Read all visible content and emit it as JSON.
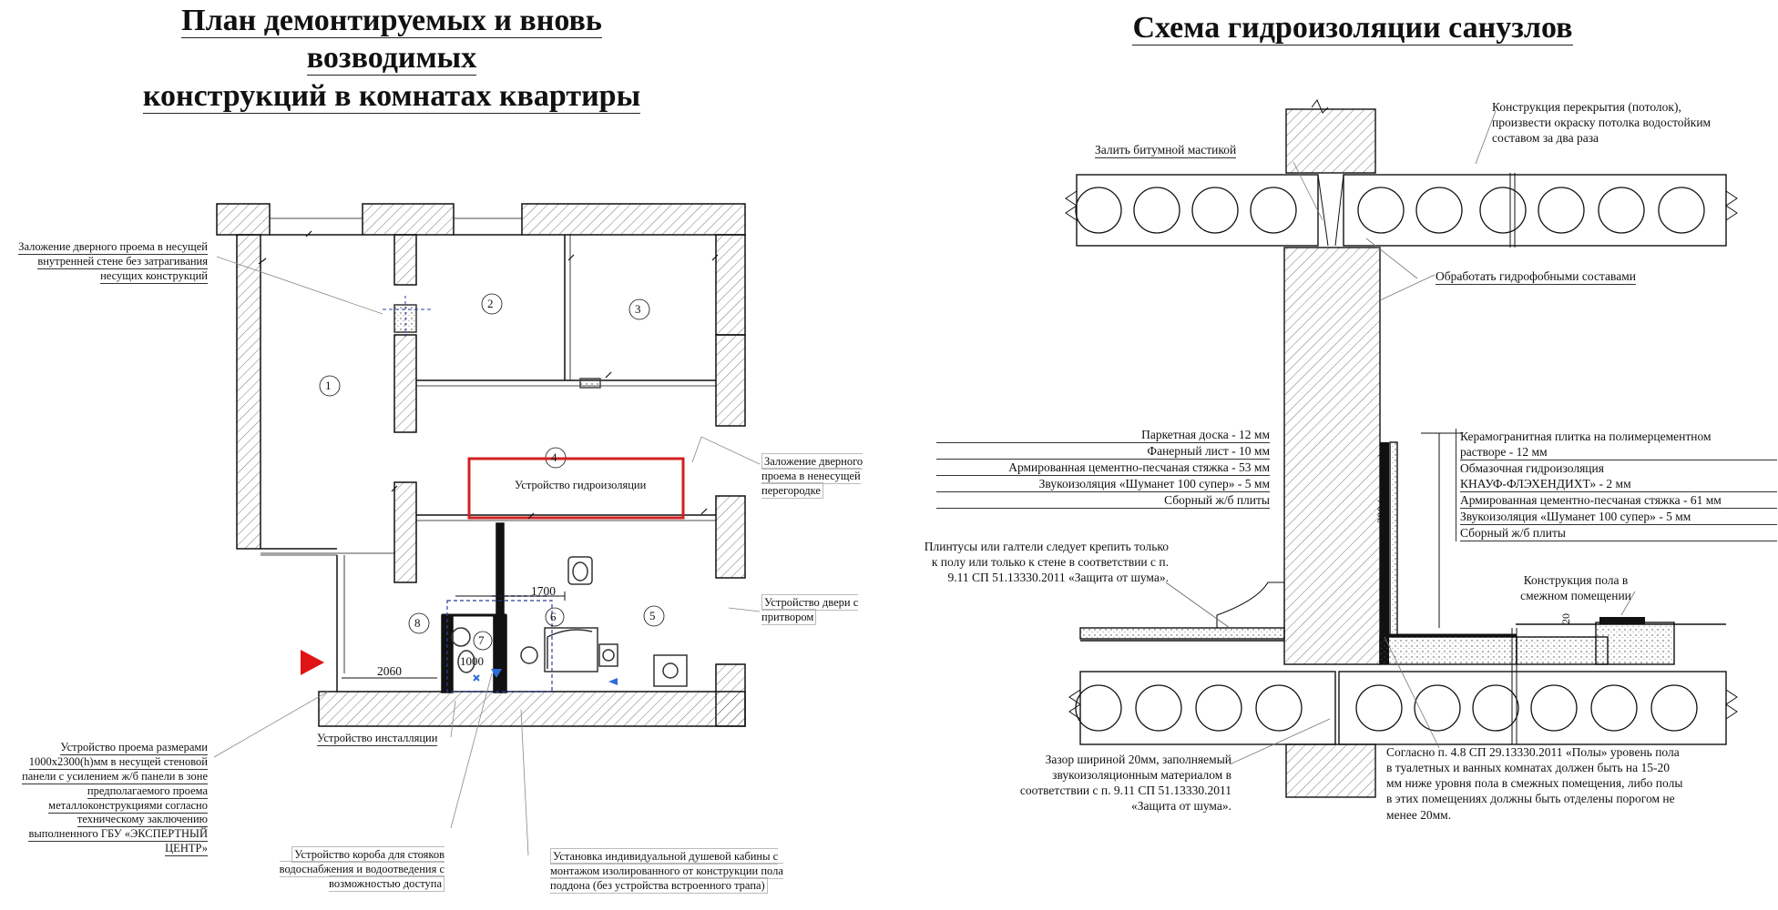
{
  "left_title": {
    "line1": "План демонтируемых и вновь возводимых",
    "line2": "конструкций в комнатах квартиры"
  },
  "right_title": "Схема гидроизоляции санузлов",
  "plan": {
    "rooms": [
      "1",
      "2",
      "3",
      "4",
      "5",
      "6",
      "7",
      "8"
    ],
    "dims": {
      "d1700": "1700",
      "d2060": "2060",
      "d1000": "1000"
    },
    "inner_label": "Устройство гидроизоляции",
    "notes": {
      "door_bearing": "Заложение дверного проема в несущей внутренней стене без затрагивания несущих конструкций",
      "door_partition": "Заложение дверного проема в ненесущей перегородке",
      "door_closer": "Устройство двери с притвором",
      "installation": "Устройство инсталляции",
      "opening": "Устройство проема размерами 1000х2300(h)мм в несущей стеновой панели с усилением ж/б панели в зоне предполагаемого проема металлоконструкциями согласно техническому заключению выполненного ГБУ «ЭКСПЕРТНЫЙ ЦЕНТР»",
      "riser_box": "Устройство короба для стояков водоснабжения и водоотведения с возможностью доступа",
      "shower": "Установка индивидуальной душевой кабины с монтажом изолированного от конструкции пола поддона (без устройства встроенного трапа)"
    }
  },
  "scheme": {
    "ceiling_note": "Конструкция перекрытия (потолок), произвести окраску потолка водостойким составом за два раза",
    "bitumen_note": "Залить битумной мастикой",
    "hydrophobic_note": "Обработать гидрофобными составами",
    "left_layers": [
      "Паркетная доска - 12 мм",
      "Фанерный лист - 10 мм",
      "Армированная цементно-песчаная стяжка - 53 мм",
      "Звукоизоляция «Шуманет 100 супер» - 5 мм",
      "Сборный ж/б плиты"
    ],
    "right_layers": [
      "Керамогранитная плитка на полимерцементном",
      "растворе - 12 мм",
      "Обмазочная гидроизоляция",
      "КНАУФ-ФЛЭХЕНДИХТ» - 2 мм",
      "Армированная цементно-песчаная стяжка - 61 мм",
      "Звукоизоляция «Шуманет 100 супер» - 5 мм",
      "Сборный ж/б плиты"
    ],
    "dim_vertical": "200 (не менее)",
    "dim_20": "20",
    "adjacent_note": "Конструкция пола в смежном помещении",
    "skirting_note": "Плинтусы или галтели следует крепить только к полу или только к стене в соответствии с п. 9.11 СП 51.13330.2011 «Защита от шума».",
    "gap_note": "Зазор шириной 20мм, заполняемый звукоизоляционным материалом в соответствии с п. 9.11 СП 51.13330.2011 «Защита от шума».",
    "level_note": "Согласно п. 4.8 СП 29.13330.2011 «Полы» уровень пола в туалетных и ванных комнатах должен быть на 15-20 мм ниже уровня пола в смежных помещения, либо полы в этих помещениях должны быть отделены порогом не менее 20мм."
  }
}
